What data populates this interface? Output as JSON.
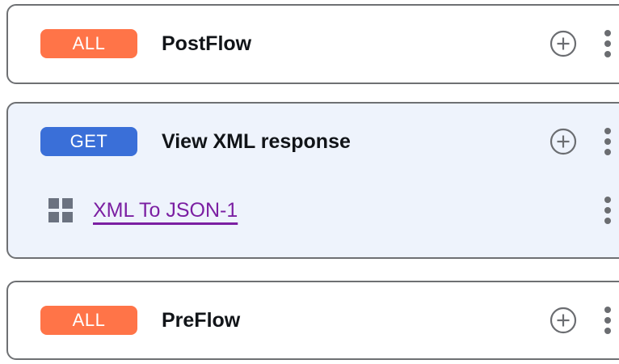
{
  "theme": {
    "badge_all_color": "#ff7448",
    "badge_get_color": "#3a6fd8",
    "card_border_color": "#6e7073",
    "selected_card_bg": "#eef3fc",
    "link_color": "#7b1fa2",
    "icon_gray": "#6b6d71",
    "title_color": "#111418",
    "page_bg": "#ffffff"
  },
  "icons": {
    "add": "plus-circle-icon",
    "menu": "more-vertical-icon",
    "policy": "grid-squares-icon"
  },
  "flows": [
    {
      "id": "postflow",
      "method": "ALL",
      "method_style": "all",
      "title": "PostFlow",
      "selected": false,
      "has_add": true,
      "has_menu": true,
      "children": []
    },
    {
      "id": "view-xml-response",
      "method": "GET",
      "method_style": "get",
      "title": "View XML response",
      "selected": true,
      "has_add": true,
      "has_menu": true,
      "children": [
        {
          "id": "xml-to-json-1",
          "label": "XML To JSON-1",
          "has_menu": true
        }
      ]
    },
    {
      "id": "preflow",
      "method": "ALL",
      "method_style": "all",
      "title": "PreFlow",
      "selected": false,
      "has_add": true,
      "has_menu": true,
      "children": []
    }
  ]
}
